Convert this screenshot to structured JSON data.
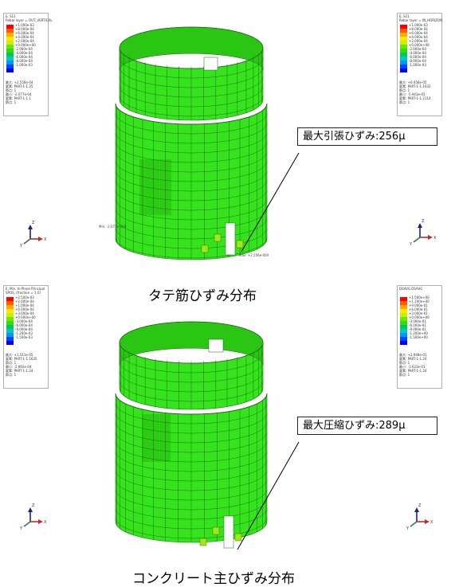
{
  "colors": {
    "mesh_green": "#35e41c",
    "mesh_dark": "#2bc513",
    "mesh_lime": "#a5e619",
    "grid_line": "#1a6610",
    "pointer": "#000000"
  },
  "legend_scale": [
    "#ff0000",
    "#ff5a00",
    "#ffa800",
    "#ffe600",
    "#c8f000",
    "#6ee600",
    "#2fdc10",
    "#00c853",
    "#00c8c8",
    "#0096ff",
    "#0046ff",
    "#0000ff"
  ],
  "top_figure": {
    "left_legend": {
      "header": [
        "E, S11",
        "Rebar layer = OUT_VERTICAL"
      ],
      "ticks": [
        "+1.000e-03",
        "+8.000e-04",
        "+6.000e-04",
        "+4.000e-04",
        "+2.000e-04",
        "+0.000e+00",
        "-2.000e-04",
        "-4.000e-04",
        "-6.000e-04",
        "-8.000e-04",
        "-1.000e-03"
      ],
      "info": [
        "最大: +2.556e-04",
        "要素: PART-1-1.25",
        "節点: 1",
        "最小: -2.077e-04",
        "要素: PART-1-1.1",
        "節点: 1"
      ]
    },
    "right_legend": {
      "header": [
        "E, S11",
        "Rebar layer = IN_HORIZON"
      ],
      "ticks": [
        "+1.000e-03",
        "+8.000e-04",
        "+6.000e-04",
        "+4.000e-04",
        "+2.000e-04",
        "+0.000e+00",
        "-2.000e-04",
        "-4.000e-04",
        "-6.000e-04",
        "-8.000e-04",
        "-1.000e-03"
      ],
      "info": [
        "最大: +6.456e-05",
        "要素: PART-1-1.1632",
        "節点: 1",
        "最小: -5.943e-05",
        "要素: PART-1-1.2114",
        "節点: 1"
      ]
    },
    "callout": "最大引張ひずみ:256μ",
    "caption": "タテ筋ひずみ分布",
    "min_label": "Min: -2.077e-004",
    "max_label": "Max: +2.556e-004"
  },
  "bottom_figure": {
    "left_legend": {
      "header": [
        "E, Min. In-Plane Principal",
        "SPOS, (fraction = 1.0)"
      ],
      "ticks": [
        "+2.500e-03",
        "+2.000e-04",
        "+1.000e-04",
        "+6.000e-04",
        "+3.000e-04",
        "+0.000e+00",
        "-3.000e-04",
        "-6.000e-04",
        "-9.000e-04",
        "-1.200e-03",
        "-1.500e-03"
      ],
      "info": [
        "最大: +1.511e-05",
        "要素: PART-1-1.1635",
        "節点: 1",
        "最小: -2.892e-04",
        "要素: PART-1-1.24",
        "節点: 1"
      ]
    },
    "right_legend": {
      "header": [
        "DSAVG DSAVG"
      ],
      "ticks": [
        "+1.500e+00",
        "+1.200e+00",
        "+9.000e-01",
        "+6.000e-01",
        "+3.000e-01",
        "+0.000e+00",
        "-3.000e-01",
        "-6.000e-01",
        "-9.000e-01",
        "-1.200e+00",
        "-1.500e+00"
      ],
      "info": [
        "最大: +2.948e-01",
        "要素: PART-1-1.24",
        "節点: 1",
        "最小: -1.623e-01",
        "要素: PART-1-1.24",
        "節点: 1"
      ]
    },
    "callout": "最大圧縮ひずみ:289μ",
    "caption": "コンクリート主ひずみ分布"
  },
  "axis_labels": {
    "z": "Z",
    "x": "X",
    "y": "Y"
  }
}
